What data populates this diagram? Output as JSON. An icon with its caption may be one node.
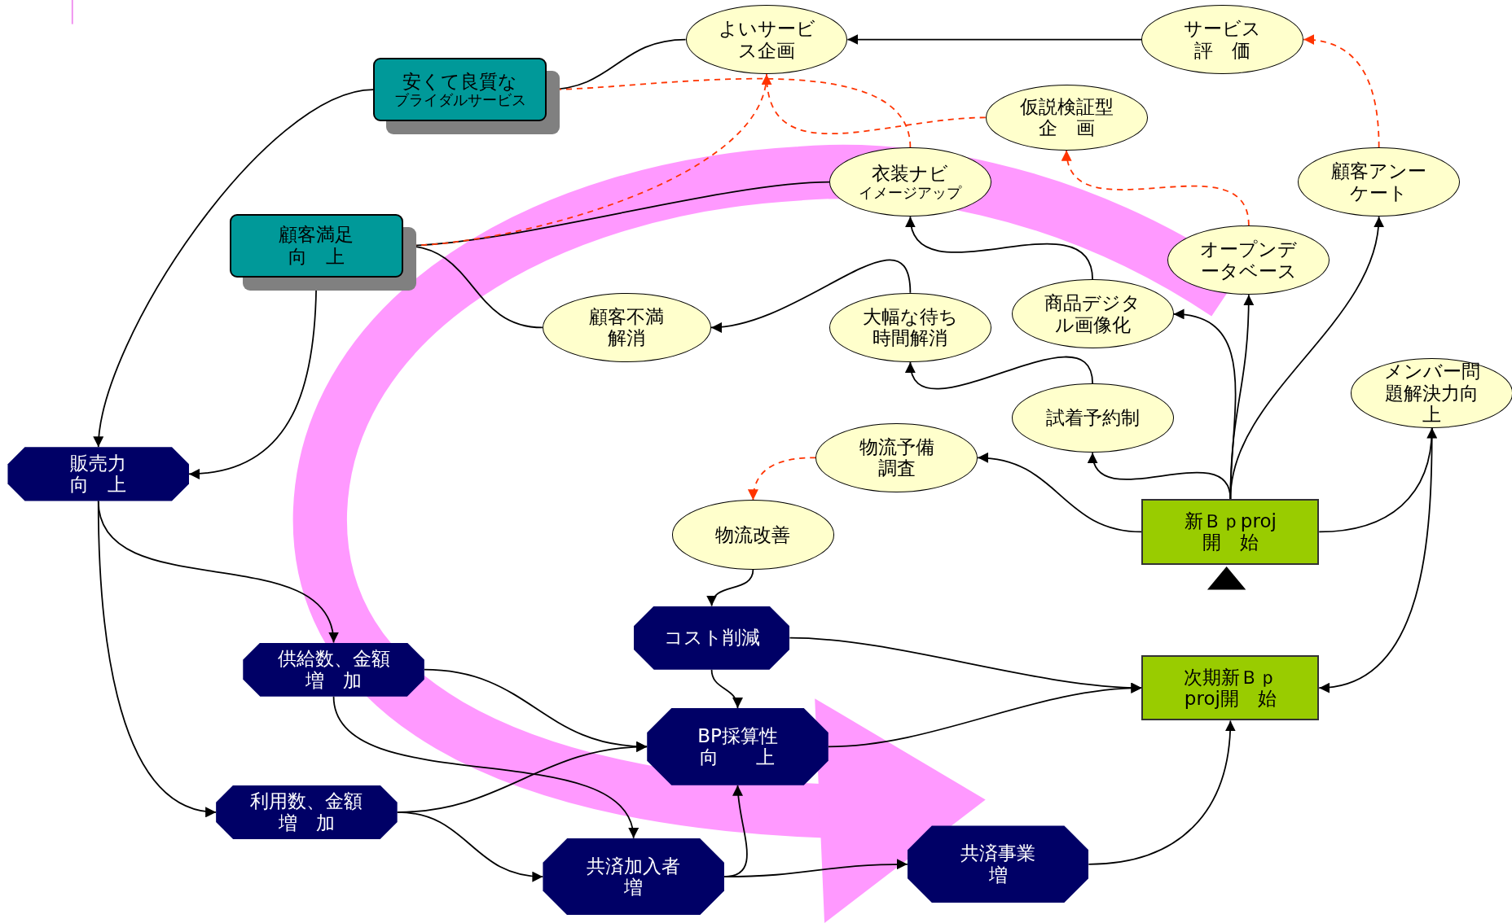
{
  "diagram": {
    "nodes": [
      {
        "text": [
          "よいサービス企画"
        ]
      },
      {
        "text": [
          "サービス評　価"
        ]
      },
      {
        "text": [
          "安くて良質な",
          "ブライダルサービス"
        ]
      },
      {
        "text": [
          "仮説検証型企　画"
        ]
      },
      {
        "text": [
          "衣装ナビ",
          "イメージアップ"
        ]
      },
      {
        "text": [
          "顧客アンーケート"
        ]
      },
      {
        "text": [
          "顧客満足向　上"
        ]
      },
      {
        "text": [
          "オープンデータベース"
        ]
      },
      {
        "text": [
          "顧客不満解消"
        ]
      },
      {
        "text": [
          "大幅な待ち時間解消"
        ]
      },
      {
        "text": [
          "商品デジタル画像化"
        ]
      },
      {
        "text": [
          "メンバー問題解決力向上"
        ]
      },
      {
        "text": [
          "試着予約制"
        ]
      },
      {
        "text": [
          "販売力向　上"
        ]
      },
      {
        "text": [
          "物流予備調査"
        ]
      },
      {
        "text": [
          "新Ｂｐproj開　始"
        ]
      },
      {
        "text": [
          "物流改善"
        ]
      },
      {
        "text": [
          "コスト削減"
        ]
      },
      {
        "text": [
          "供給数、金額増　加"
        ]
      },
      {
        "text": [
          "次期新Ｂｐproj開　始"
        ]
      },
      {
        "text": [
          "BP採算性向　　上"
        ]
      },
      {
        "text": [
          "利用数、金額増　加"
        ]
      },
      {
        "text": [
          "共済加入者増"
        ]
      },
      {
        "text": [
          "共済事業増"
        ]
      }
    ],
    "edges": [
      {
        "from": 1,
        "to": 0,
        "arrow": "to"
      },
      {
        "from": 0,
        "to": 2,
        "arrow": "to"
      },
      {
        "from": 2,
        "to": 13,
        "arrow": "to"
      },
      {
        "from": 6,
        "to": 13,
        "arrow": "to"
      },
      {
        "from": 4,
        "to": 6,
        "arrow": "to"
      },
      {
        "from": 8,
        "to": 6,
        "arrow": "to"
      },
      {
        "from": 9,
        "to": 8,
        "arrow": "to"
      },
      {
        "from": 0,
        "to": 6,
        "arrow": "to",
        "style": "dashed",
        "color": "#ff3300"
      },
      {
        "from": 4,
        "to": 2,
        "arrow": "to",
        "style": "dashed",
        "color": "#ff3300"
      },
      {
        "from": 3,
        "to": 0,
        "arrow": "to",
        "style": "dashed",
        "color": "#ff3300"
      },
      {
        "from": 7,
        "to": 3,
        "arrow": "to",
        "style": "dashed",
        "color": "#ff3300"
      },
      {
        "from": 5,
        "to": 1,
        "arrow": "to",
        "style": "dashed",
        "color": "#ff3300"
      },
      {
        "from": 10,
        "to": 4,
        "arrow": "to"
      },
      {
        "from": 12,
        "to": 9,
        "arrow": "to"
      },
      {
        "from": 15,
        "to": 10,
        "arrow": "to"
      },
      {
        "from": 15,
        "to": 7,
        "arrow": "to"
      },
      {
        "from": 15,
        "to": 5,
        "arrow": "to"
      },
      {
        "from": 15,
        "to": 12,
        "arrow": "to"
      },
      {
        "from": 15,
        "to": 14,
        "arrow": "to"
      },
      {
        "from": 15,
        "to": 11,
        "arrow": "to"
      },
      {
        "from": 14,
        "to": 16,
        "arrow": "to",
        "style": "dashed",
        "color": "#ff3300"
      },
      {
        "from": 16,
        "to": 17,
        "arrow": "to"
      },
      {
        "from": 17,
        "to": 20,
        "arrow": "to"
      },
      {
        "from": 17,
        "to": 19,
        "arrow": "to"
      },
      {
        "from": 11,
        "to": 19,
        "arrow": "to"
      },
      {
        "from": 13,
        "to": 18,
        "arrow": "to"
      },
      {
        "from": 13,
        "to": 21,
        "arrow": "to"
      },
      {
        "from": 18,
        "to": 20,
        "arrow": "to"
      },
      {
        "from": 18,
        "to": 22,
        "arrow": "to"
      },
      {
        "from": 21,
        "to": 20,
        "arrow": "to"
      },
      {
        "from": 21,
        "to": 22,
        "arrow": "to"
      },
      {
        "from": 22,
        "to": 20,
        "arrow": "to"
      },
      {
        "from": 22,
        "to": 23,
        "arrow": "to"
      },
      {
        "from": 20,
        "to": 19,
        "arrow": "to"
      },
      {
        "from": 23,
        "to": 19,
        "arrow": "to"
      }
    ]
  }
}
